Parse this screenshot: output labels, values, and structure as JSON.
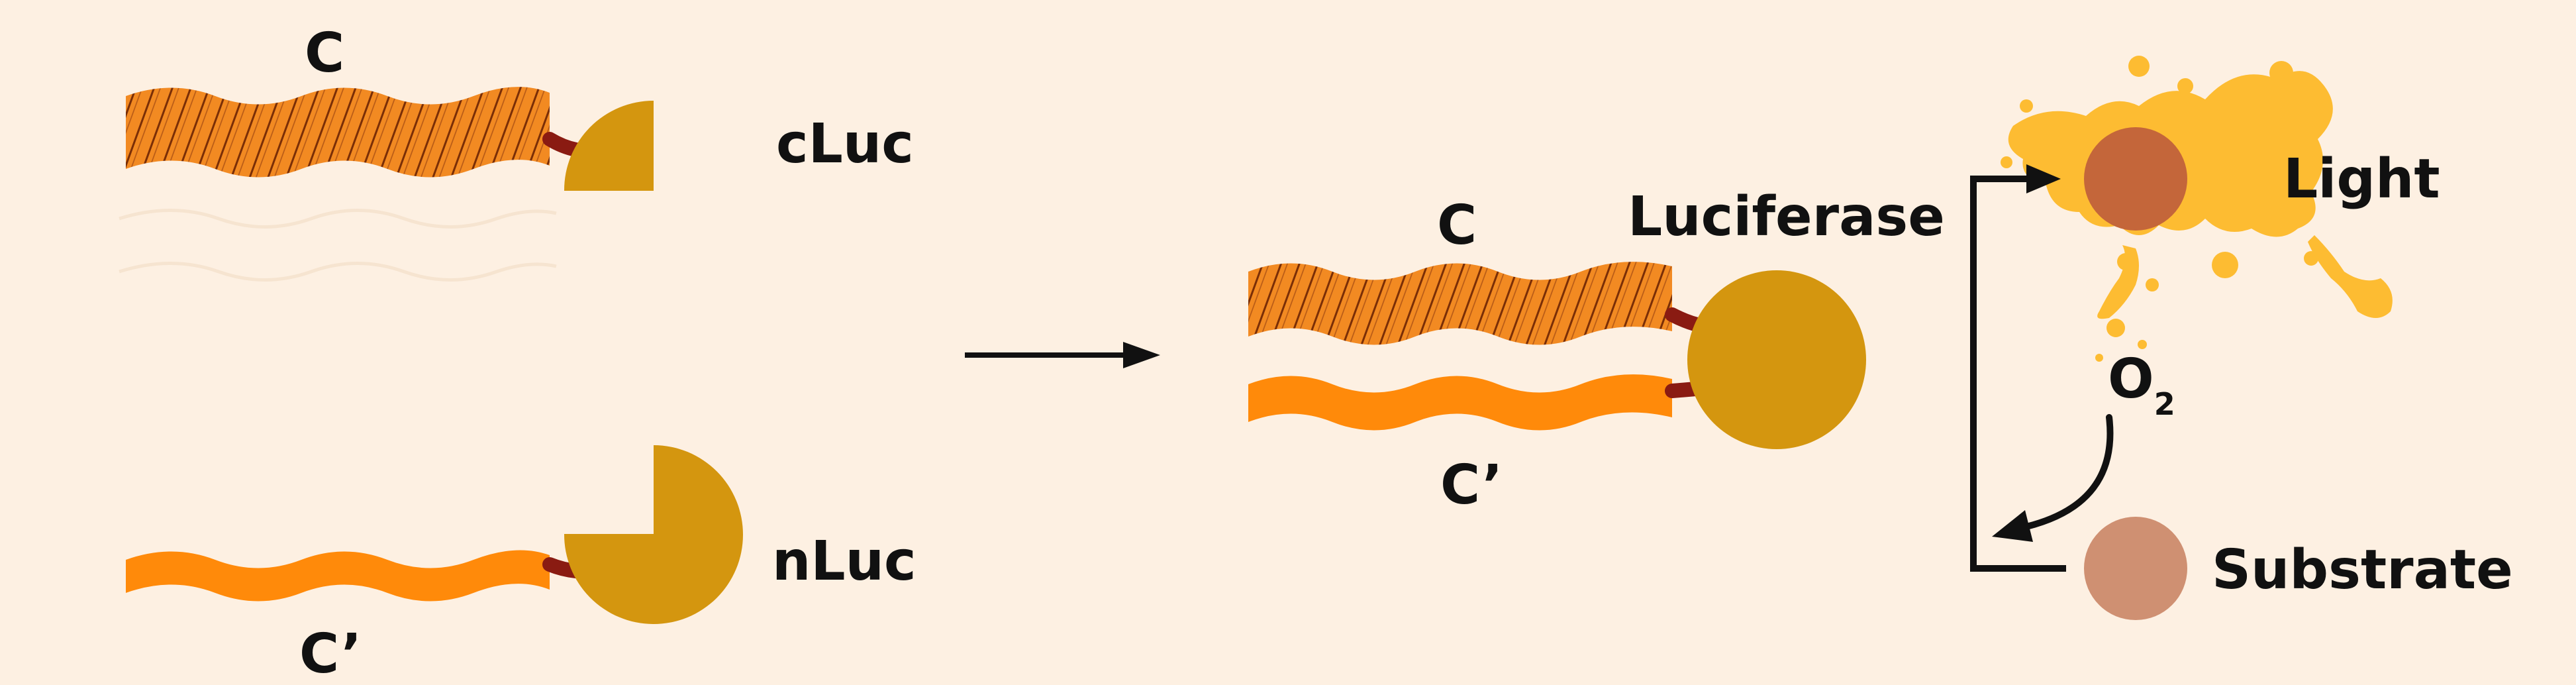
{
  "labels": {
    "c_top": "C",
    "cluc": "cLuc",
    "c_prime_bottom": "C’",
    "nluc": "nLuc",
    "c_mid": "C",
    "luciferase": "Luciferase",
    "c_prime_mid": "C’",
    "light": "Light",
    "o2": "O",
    "o2_sub": "2",
    "substrate": "Substrate"
  },
  "colors": {
    "background": "#fdf0e2",
    "stripe_fill": "#f28a22",
    "stripe_line": "#7a2e06",
    "plain_wave": "#ff8a0a",
    "linker": "#8a1b12",
    "luciferase": "#d4960f",
    "light_glow": "#fdbc32",
    "active_substrate": "#c4663a",
    "inactive_substrate": "#cf9072",
    "arrow": "#111111"
  }
}
